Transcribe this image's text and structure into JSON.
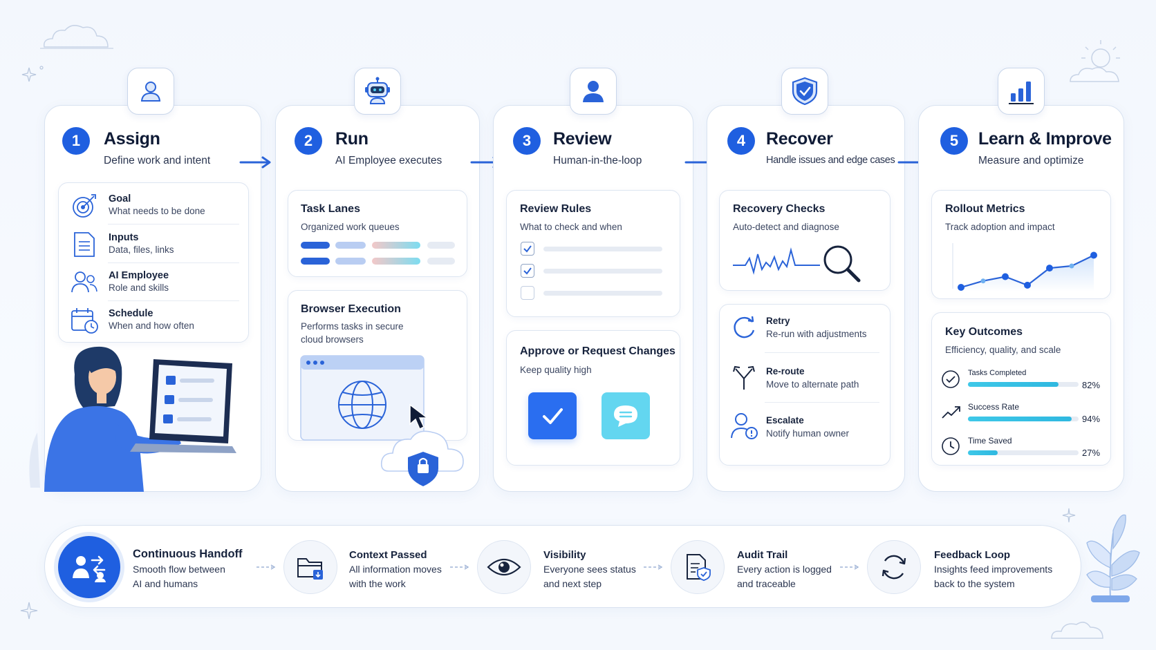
{
  "colors": {
    "primary": "#1f5fe0",
    "accent": "#3ec8e8",
    "border": "#d8e2f0",
    "text": "#17233d"
  },
  "steps": [
    {
      "num": "1",
      "title": "Assign",
      "subtitle": "Define work and intent",
      "icon": "person-icon"
    },
    {
      "num": "2",
      "title": "Run",
      "subtitle": "AI Employee executes",
      "icon": "robot-icon"
    },
    {
      "num": "3",
      "title": "Review",
      "subtitle": "Human-in-the-loop",
      "icon": "reviewer-icon"
    },
    {
      "num": "4",
      "title": "Recover",
      "subtitle": "Handle issues and edge cases",
      "icon": "shield-check-icon"
    },
    {
      "num": "5",
      "title": "Learn & Improve",
      "subtitle": "Measure and optimize",
      "icon": "bar-chart-icon"
    }
  ],
  "assign": {
    "items": [
      {
        "title": "Goal",
        "sub": "What needs to be done",
        "icon": "target-icon"
      },
      {
        "title": "Inputs",
        "sub": "Data, files, links",
        "icon": "document-icon"
      },
      {
        "title": "AI Employee",
        "sub": "Role and skills",
        "icon": "users-icon"
      },
      {
        "title": "Schedule",
        "sub": "When and how often",
        "icon": "calendar-clock-icon"
      }
    ]
  },
  "run": {
    "lanes": {
      "title": "Task Lanes",
      "sub": "Organized work queues"
    },
    "browser": {
      "title": "Browser Execution",
      "sub1": "Performs tasks in secure",
      "sub2": "cloud browsers"
    }
  },
  "review": {
    "rules": {
      "title": "Review Rules",
      "sub": "What to check and when"
    },
    "approve": {
      "title": "Approve or Request Changes",
      "sub": "Keep quality high"
    }
  },
  "recover": {
    "checks": {
      "title": "Recovery Checks",
      "sub": "Auto-detect and diagnose"
    },
    "items": [
      {
        "title": "Retry",
        "sub": "Re-run with adjustments",
        "icon": "retry-icon"
      },
      {
        "title": "Re-route",
        "sub": "Move to alternate path",
        "icon": "fork-icon"
      },
      {
        "title": "Escalate",
        "sub": "Notify human owner",
        "icon": "escalate-person-icon"
      }
    ]
  },
  "learn": {
    "rollout": {
      "title": "Rollout Metrics",
      "sub": "Track adoption and impact"
    },
    "rollout_series": [
      0.0,
      0.15,
      0.25,
      0.05,
      0.45,
      0.5,
      0.75
    ],
    "outcomes": {
      "title": "Key Outcomes",
      "sub": "Efficiency, quality, and scale",
      "metrics": [
        {
          "label": "Tasks Completed",
          "value": "82%",
          "fraction": 0.82,
          "icon": "check-circle-icon"
        },
        {
          "label": "Success Rate",
          "value": "94%",
          "fraction": 0.94,
          "icon": "trend-up-icon"
        },
        {
          "label": "Time Saved",
          "value": "27%",
          "fraction": 0.27,
          "icon": "clock-icon"
        }
      ]
    }
  },
  "bottom": [
    {
      "title": "Continuous Handoff",
      "sub1": "Smooth flow between",
      "sub2": "AI and humans",
      "icon": "handoff-icon"
    },
    {
      "title": "Context Passed",
      "sub1": "All information moves",
      "sub2": "with the work",
      "icon": "folder-icon"
    },
    {
      "title": "Visibility",
      "sub1": "Everyone sees status",
      "sub2": "and next step",
      "icon": "eye-icon"
    },
    {
      "title": "Audit Trail",
      "sub1": "Every action is logged",
      "sub2": "and traceable",
      "icon": "audit-doc-icon"
    },
    {
      "title": "Feedback Loop",
      "sub1": "Insights feed improvements",
      "sub2": "back to the system",
      "icon": "loop-icon"
    }
  ]
}
